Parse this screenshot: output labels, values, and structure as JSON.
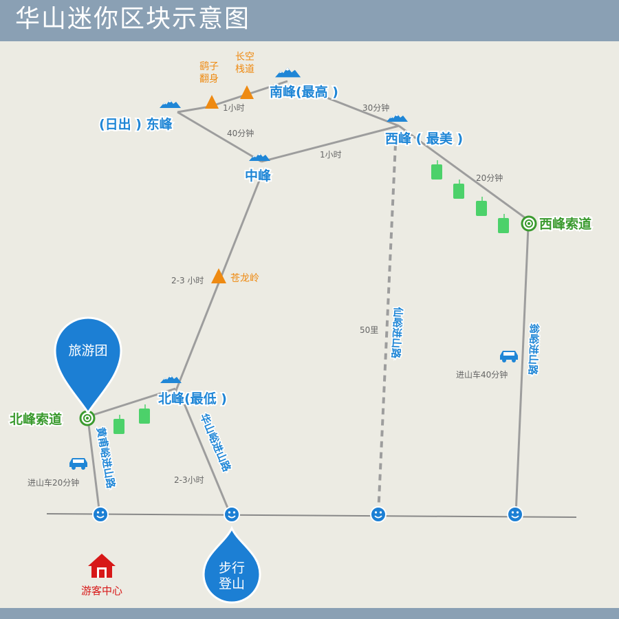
{
  "title": "华山迷你区块示意图",
  "peaks": {
    "south": "南峰(最高 )",
    "east": "(日出 ) 东峰",
    "west": "西峰 ( 最美 )",
    "center": "中峰",
    "north": "北峰(最低 )"
  },
  "landmarks": {
    "yaozi_line1": "鹞子",
    "yaozi_line2": "翻身",
    "changkong_line1": "长空",
    "changkong_line2": "栈道",
    "canglong": "苍龙岭"
  },
  "stations": {
    "west_cableway": "西峰索道",
    "north_cableway": "北峰索道"
  },
  "times": {
    "east_south": "1小时",
    "south_west": "30分钟",
    "east_center": "40分钟",
    "center_west": "1小时",
    "west_cableway": "20分钟",
    "canglong": "2-3 小时",
    "north_walk": "2-3小时",
    "xianyu_distance": "50里",
    "bus_west": "进山车40分钟",
    "bus_north": "进山车20分钟"
  },
  "roads": {
    "huangfuyu": "黄甫峪进山路",
    "huashanyu": "华山峪进山路",
    "xianyu": "仙峪进山路",
    "wengyu": "翁峪进山路"
  },
  "pins": {
    "tour_group": "旅游团",
    "hike_line1": "步行",
    "hike_line2": "登山"
  },
  "visitor_center": "游客中心",
  "colors": {
    "header": "#8aa0b4",
    "background": "#ecebe3",
    "peak_blue": "#1f86d6",
    "station_green": "#3a9a2e",
    "landmark_orange": "#ee8a12",
    "gondola_green": "#4cd16a",
    "visitor_red": "#d71818"
  },
  "icons": [
    "mountain-icon",
    "triangle-landmark-icon",
    "cableway-target-icon",
    "gondola-icon",
    "smiley-marker-icon",
    "car-icon",
    "house-icon",
    "map-pin-icon",
    "drop-pin-icon"
  ]
}
